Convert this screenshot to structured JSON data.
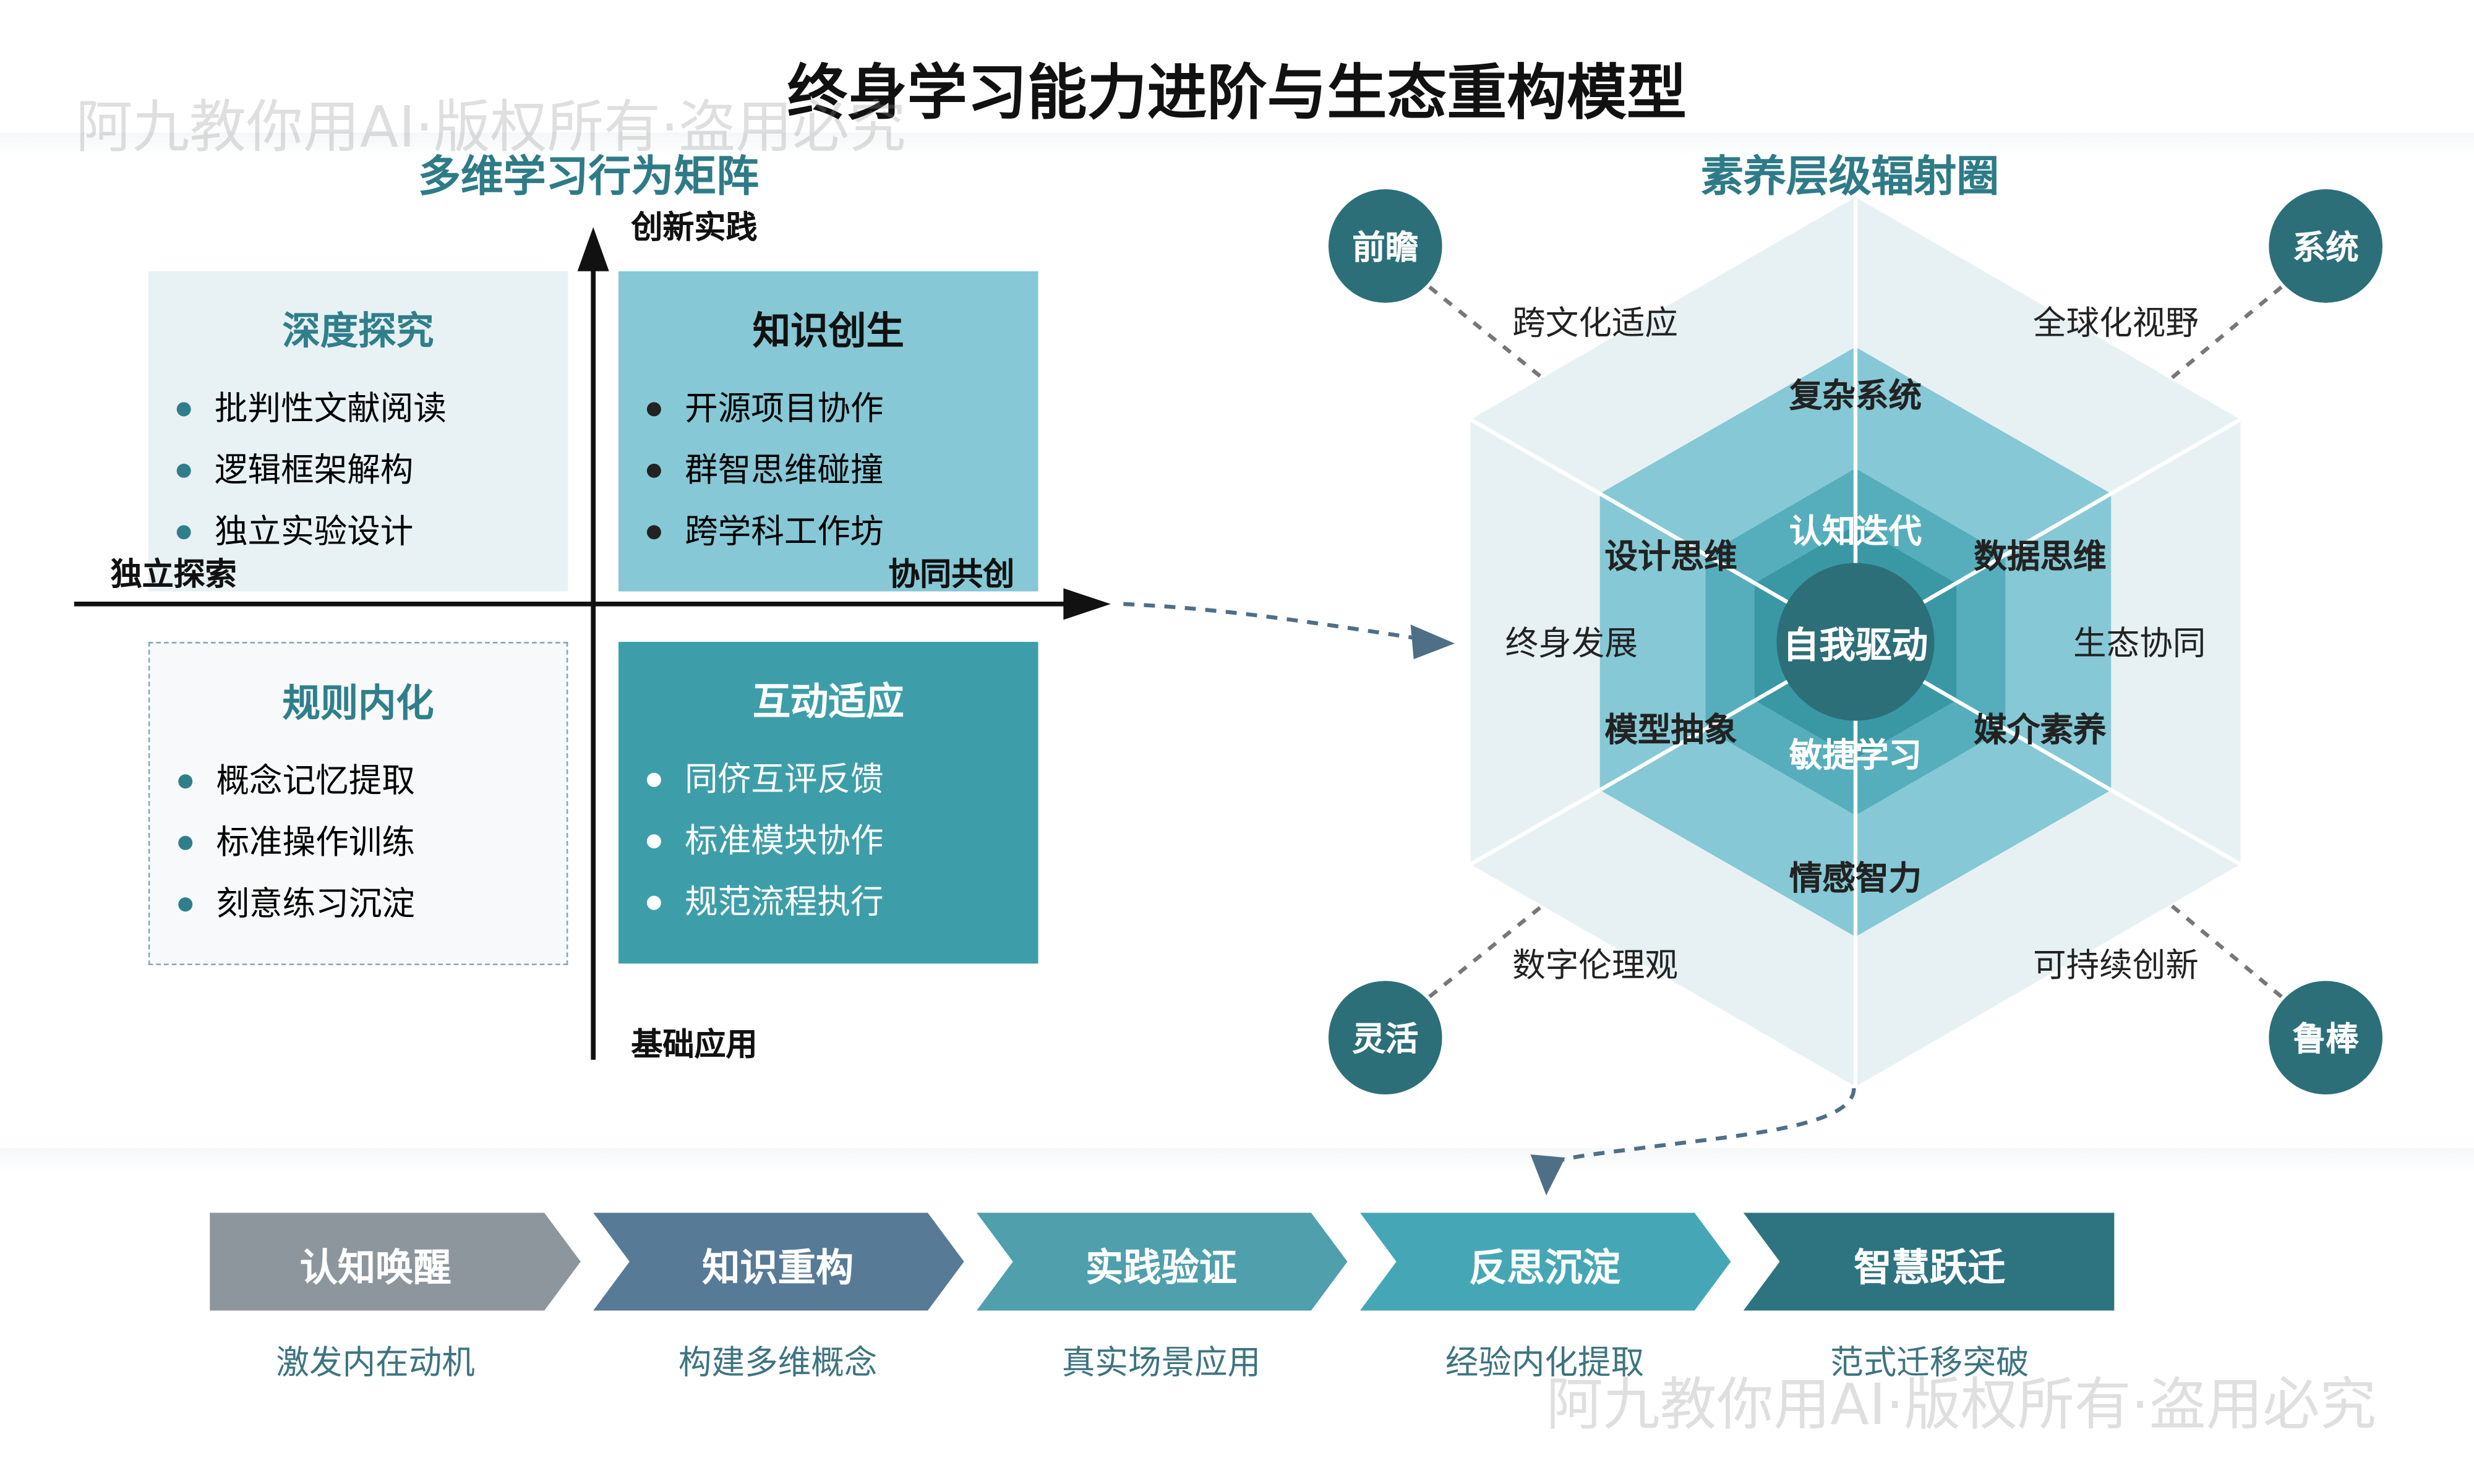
{
  "title": "终身学习能力进阶与生态重构模型",
  "watermark": "阿九教你用AI·版权所有·盗用必究",
  "matrix": {
    "title": "多维学习行为矩阵",
    "axes": {
      "top": "创新实践",
      "bottom": "基础应用",
      "left": "独立探索",
      "right": "协同共创"
    },
    "quadrants": [
      {
        "title": "深度探究",
        "items": [
          "批判性文献阅读",
          "逻辑框架解构",
          "独立实验设计"
        ]
      },
      {
        "title": "知识创生",
        "items": [
          "开源项目协作",
          "群智思维碰撞",
          "跨学科工作坊"
        ]
      },
      {
        "title": "规则内化",
        "items": [
          "概念记忆提取",
          "标准操作训练",
          "刻意练习沉淀"
        ]
      },
      {
        "title": "互动适应",
        "items": [
          "同侪互评反馈",
          "标准模块协作",
          "规范流程执行"
        ]
      }
    ]
  },
  "radiation": {
    "title": "素养层级辐射圈",
    "center": "自我驱动",
    "inner": [
      "认知迭代",
      "敏捷学习"
    ],
    "middle": [
      "复杂系统",
      "数据思维",
      "媒介素养",
      "情感智力",
      "模型抽象",
      "设计思维"
    ],
    "outer": [
      "跨文化适应",
      "全球化视野",
      "生态协同",
      "可持续创新",
      "数字伦理观",
      "终身发展"
    ],
    "corners": [
      "前瞻",
      "系统",
      "灵活",
      "鲁棒"
    ]
  },
  "process": {
    "steps": [
      {
        "label": "认知唤醒",
        "sub": "激发内在动机",
        "color": "#8d969d"
      },
      {
        "label": "知识重构",
        "sub": "构建多维概念",
        "color": "#577a96"
      },
      {
        "label": "实践验证",
        "sub": "真实场景应用",
        "color": "#4f9fad"
      },
      {
        "label": "反思沉淀",
        "sub": "经验内化提取",
        "color": "#45a7b6"
      },
      {
        "label": "智慧跃迁",
        "sub": "范式迁移突破",
        "color": "#2e7380"
      }
    ]
  }
}
